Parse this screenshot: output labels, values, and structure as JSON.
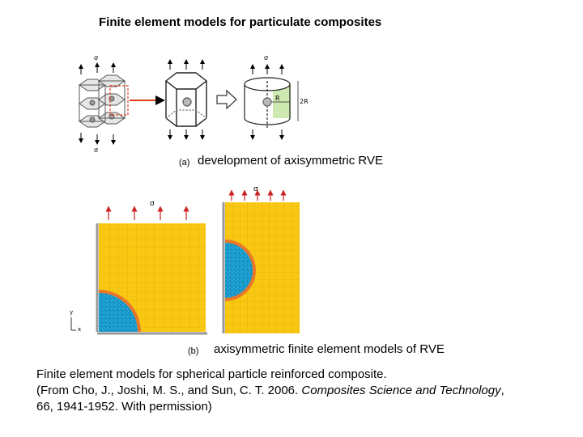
{
  "title": "Finite element models for particulate composites",
  "panel_a": {
    "label": "(a)",
    "caption": "development of axisymmetric RVE",
    "symbols": {
      "sigma": "σ",
      "radius": "R",
      "height": "2R"
    }
  },
  "panel_b": {
    "label": "(b)",
    "caption": "axisymmetric finite element models of RVE",
    "axis_y": "y",
    "axis_x": "x",
    "sigma": "σ"
  },
  "caption": {
    "line1": "Finite element models for spherical particle reinforced composite.",
    "line2_pre": "(From Cho, J., Joshi, M. S., and Sun, C. T. 2006. ",
    "line2_journal": "Composites Science and Technology",
    "line2_post": ",",
    "line3": "66, 1941-1952. With permission)"
  },
  "colors": {
    "matrix": "#f9c812",
    "particle": "#1fa9d6",
    "interface": "#e8772a",
    "arrow": "#cc2222",
    "highlight": "#e03a1c"
  }
}
